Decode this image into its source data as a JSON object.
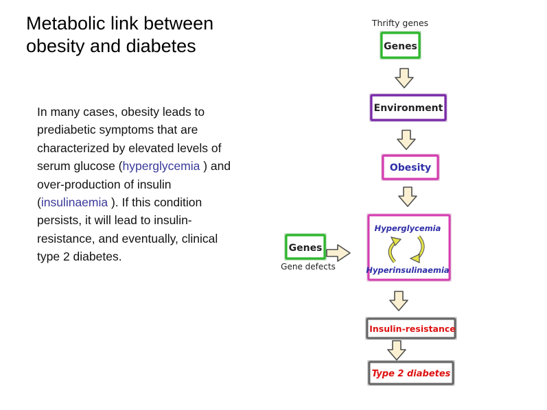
{
  "title": {
    "line1": "Metabolic link between",
    "line2": "obesity and diabetes"
  },
  "body": {
    "intro": "In many cases, obesity leads to prediabetic symptoms that are characterized by elevated levels of serum glucose (",
    "term1": "hyperglycemia",
    "mid": "  ) and over-production of insulin (",
    "term2": "insulinaemia",
    "outro": "  ).  If this condition persists, it will lead to insulin-resistance, and eventually, clinical type 2 diabetes.",
    "term_color": "#3a3a9a"
  },
  "diagram": {
    "caption_top": "Thrifty genes",
    "gene_box": "Genes",
    "environment_box": "Environment",
    "obesity_box": "Obesity",
    "hyperglycemia": "Hyperglycemia",
    "hyperinsulinaemia": "Hyperinsulinaemia",
    "side_gene_box": "Genes",
    "side_caption": "Gene defects",
    "insulin_resistance_box": "Insulin-resistance",
    "type2_box": "Type 2 diabetes",
    "colors": {
      "genes": "#2eb82e",
      "environment": "#7a2aa8",
      "obesity": "#d53fb0",
      "metabolic": "#d53fb0",
      "resistance": "#666666",
      "blue_text": "#2e2ea8",
      "red_text": "#dd1111",
      "arrow_fill": "#fbf1d2",
      "arrow_stroke": "#4d4d4d",
      "cycle_arrow": "#e4e24a"
    }
  }
}
